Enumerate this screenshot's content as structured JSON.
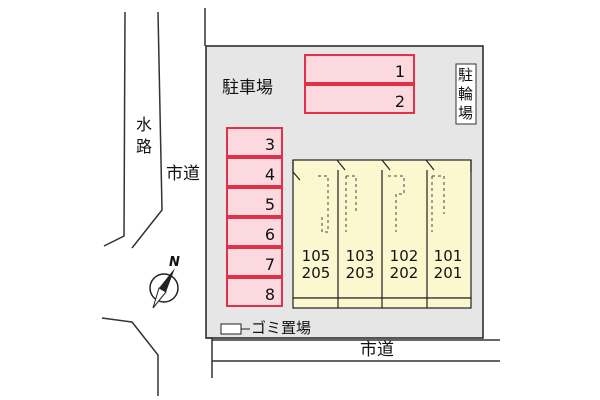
{
  "map": {
    "background_color": "#ffffff",
    "lot_fill": "#e6e6e6",
    "parking_fill": "#fcd9de",
    "parking_stroke": "#e0304a",
    "building_fill": "#fbf7cf",
    "labels": {
      "car_parking": "駐車場",
      "bicycle_parking": [
        "駐",
        "輪",
        "場"
      ],
      "waterway": [
        "水",
        "路"
      ],
      "city_road_side": "市道",
      "city_road_bottom": "市道",
      "garbage": "ゴミ置場",
      "north": "N"
    },
    "parking_top": [
      "1",
      "2"
    ],
    "parking_left": [
      "3",
      "4",
      "5",
      "6",
      "7",
      "8"
    ],
    "units": [
      {
        "ground": "105",
        "upper": "205"
      },
      {
        "ground": "103",
        "upper": "203"
      },
      {
        "ground": "102",
        "upper": "202"
      },
      {
        "ground": "101",
        "upper": "201"
      }
    ],
    "icons": [
      "compass-icon",
      "garbage-box-icon"
    ]
  }
}
